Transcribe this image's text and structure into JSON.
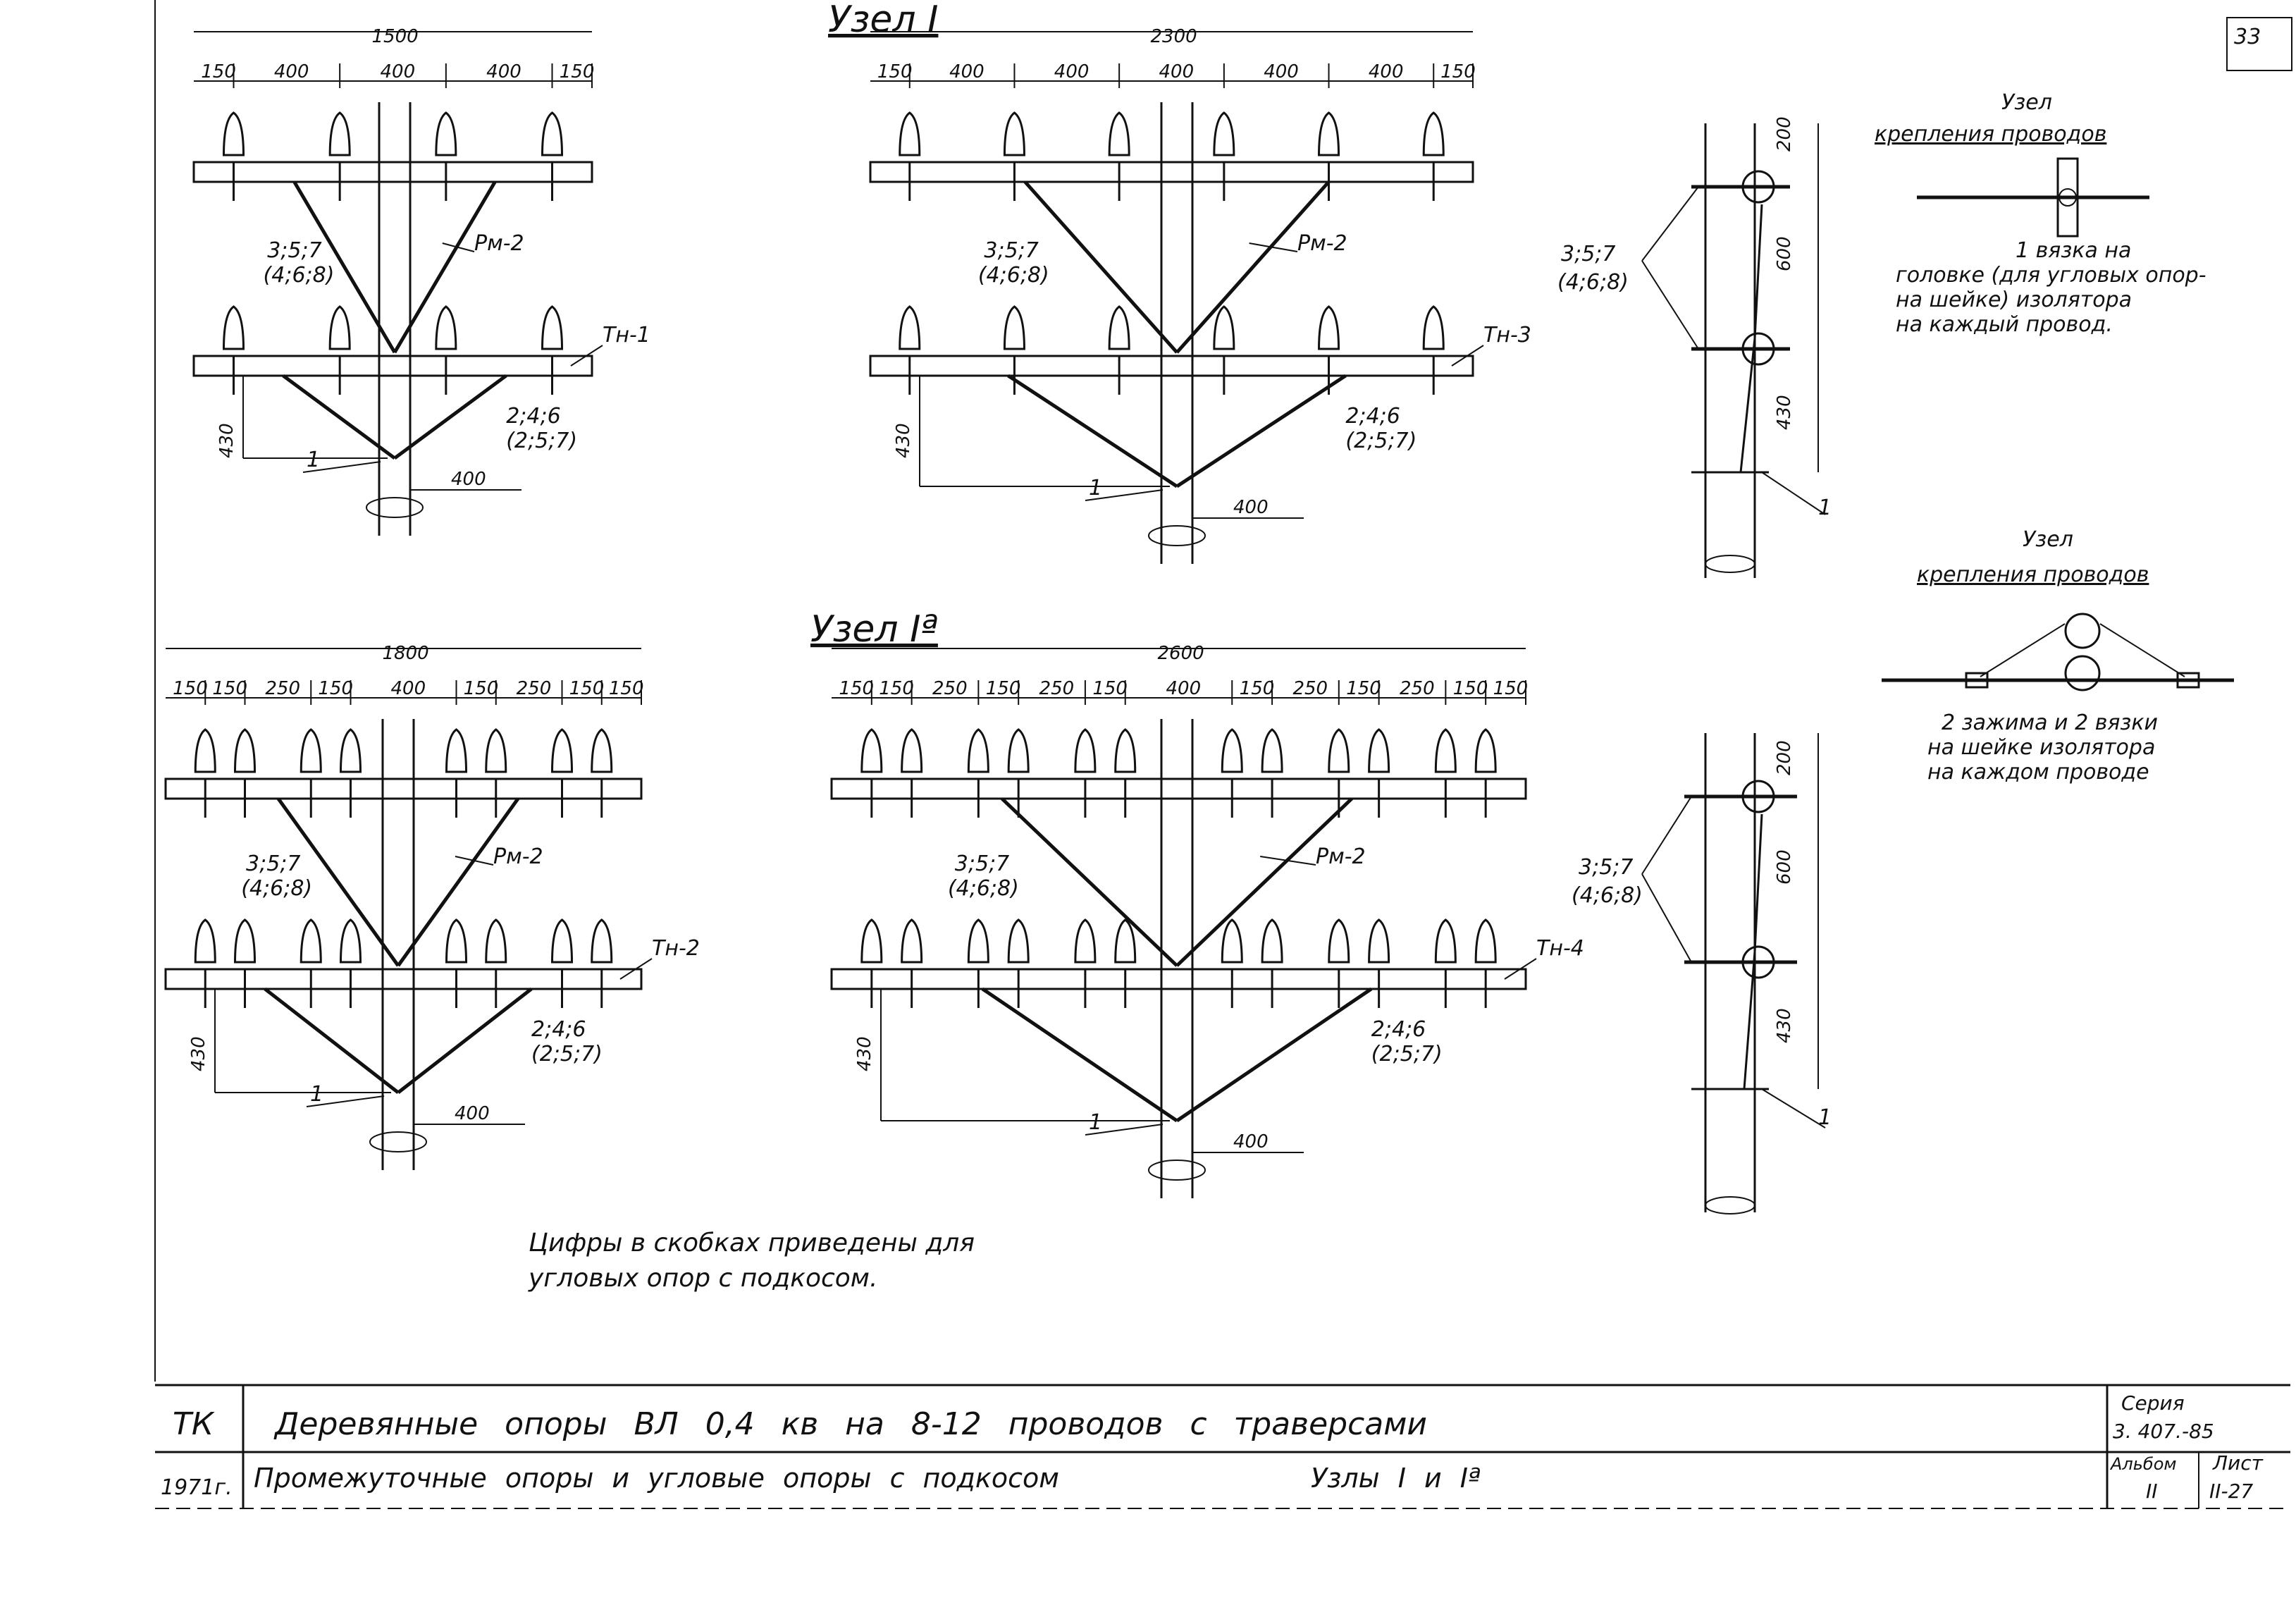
{
  "page_number": "33",
  "titles": {
    "node1": "Узел I",
    "node1a": "Узел Iª",
    "node_fix1": "Узел",
    "node_fix1_sub": "крепления проводов",
    "node_fix2": "Узел",
    "node_fix2_sub": "крепления проводов"
  },
  "fix1_note": [
    "1 вязка на",
    "головке (для угловых опор-",
    "на шейке) изолятора",
    "на каждый провод."
  ],
  "fix2_note": [
    "2 зажима и 2 вязки",
    "на шейке изолятора",
    "на каждом проводе"
  ],
  "footnote": [
    "Цифры в скобках приведены для",
    "угловых опор с подкосом."
  ],
  "views": {
    "tl": {
      "total": "1500",
      "dims": [
        "150",
        "400",
        "400",
        "400",
        "150"
      ],
      "brace_refs": [
        "3;5;7",
        "(4;6;8)"
      ],
      "rm": "Рм-2",
      "tn": "Тн-1",
      "bolt_refs": [
        "2;4;6",
        "(2;5;7)"
      ],
      "h": "430",
      "offset": "400",
      "mark": "1"
    },
    "tm": {
      "total": "2300",
      "dims": [
        "150",
        "400",
        "400",
        "400",
        "400",
        "400",
        "150"
      ],
      "brace_refs": [
        "3;5;7",
        "(4;6;8)"
      ],
      "rm": "Рм-2",
      "tn": "Тн-3",
      "bolt_refs": [
        "2;4;6",
        "(2;5;7)"
      ],
      "h": "430",
      "offset": "400",
      "mark": "1"
    },
    "bl": {
      "total": "1800",
      "dims": [
        "150",
        "150",
        "250",
        "150",
        "400",
        "150",
        "250",
        "150",
        "150"
      ],
      "brace_refs": [
        "3;5;7",
        "(4;6;8)"
      ],
      "rm": "Рм-2",
      "tn": "Тн-2",
      "bolt_refs": [
        "2;4;6",
        "(2;5;7)"
      ],
      "h": "430",
      "offset": "400",
      "mark": "1"
    },
    "bm": {
      "total": "2600",
      "dims": [
        "150",
        "150",
        "250",
        "150",
        "250",
        "150",
        "400",
        "150",
        "250",
        "150",
        "250",
        "150",
        "150"
      ],
      "brace_refs": [
        "3;5;7",
        "(4;6;8)"
      ],
      "rm": "Рм-2",
      "tn": "Тн-4",
      "bolt_refs": [
        "2;4;6",
        "(2;5;7)"
      ],
      "h": "430",
      "offset": "400",
      "mark": "1"
    }
  },
  "side": {
    "refs": [
      "3;5;7",
      "(4;6;8)"
    ],
    "d1": "200",
    "d2": "600",
    "d3": "430",
    "mark": "1"
  },
  "title_block": {
    "org": "ТК",
    "year": "1971г.",
    "line1": "Деревянные опоры ВЛ 0,4 кв на 8-12 проводов с траверсами",
    "line2a": "Промежуточные опоры и угловые опоры с подкосом",
    "line2b": "Узлы I и Iª",
    "series_label": "Серия",
    "series_value": "3. 407.-85",
    "album_label": "Альбом",
    "album_value": "II",
    "sheet_label": "Лист",
    "sheet_value": "II-27"
  }
}
